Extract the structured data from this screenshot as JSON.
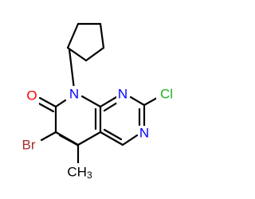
{
  "molecule": {
    "labels": {
      "n8": "N",
      "n1": "N",
      "n3": "N",
      "o": "O",
      "cl": "Cl",
      "br": "Br",
      "methyl": "CH3"
    },
    "colors": {
      "bond": "#000000",
      "nitrogen": "#0000ff",
      "oxygen": "#ff0000",
      "chlorine": "#1fb31f",
      "bromine": "#a52a2a",
      "carbon": "#000000"
    }
  }
}
